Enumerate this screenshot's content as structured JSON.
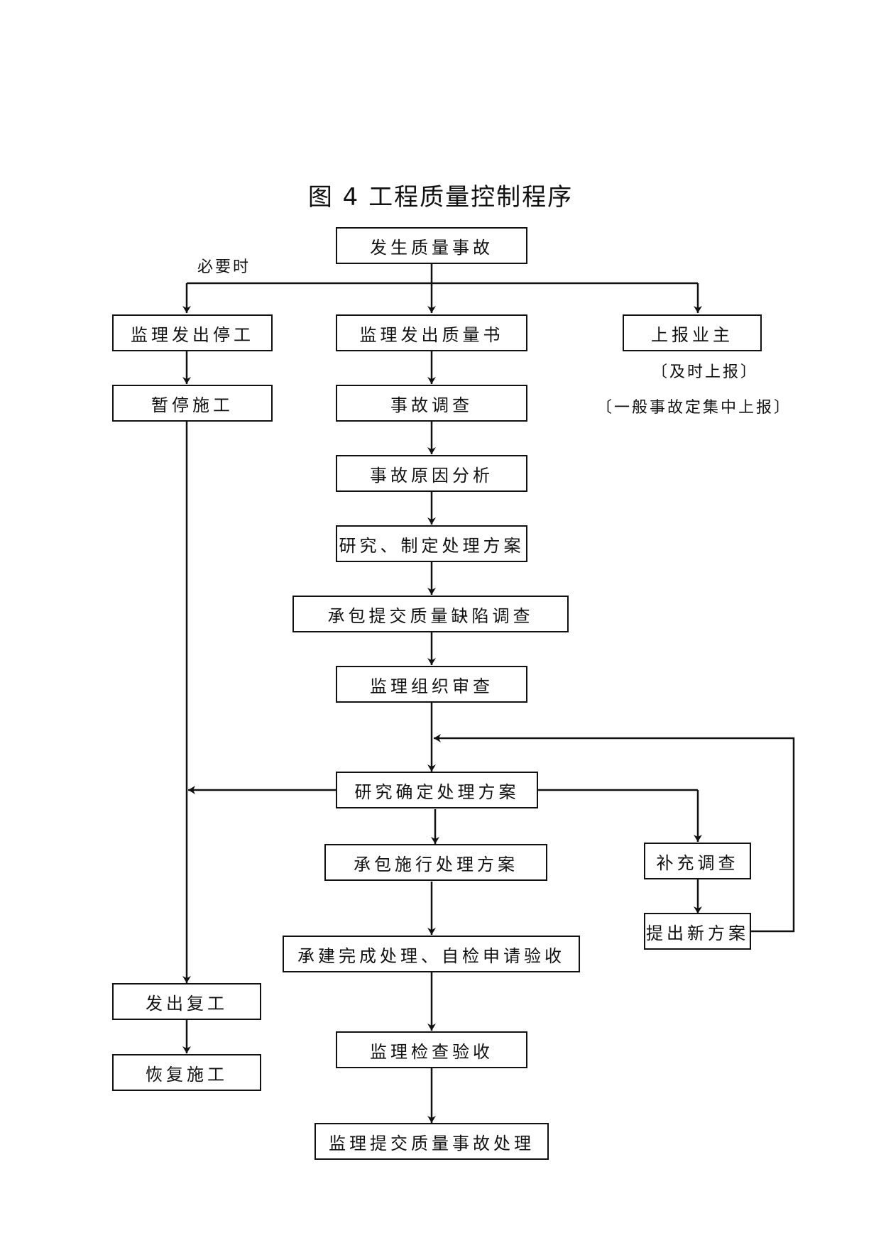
{
  "title": "图 4  工程质量控制程序",
  "notes": {
    "when_needed": "必要时",
    "report_timely": "〔及时上报〕",
    "general_report": "〔一般事故定集中上报〕"
  },
  "nodes": {
    "accident": "发生质量事故",
    "stop_order": "监理发出停工",
    "quality_notice": "监理发出质量书",
    "report_owner": "上报业主",
    "pause_construction": "暂停施工",
    "investigation": "事故调查",
    "cause_analysis": "事故原因分析",
    "draft_plan": "研究、制定处理方案",
    "defect_survey": "承包提交质量缺陷调查",
    "review": "监理组织审查",
    "decide_plan": "研究确定处理方案",
    "execute_plan": "承包施行处理方案",
    "supplement_survey": "补充调查",
    "new_plan": "提出新方案",
    "self_check": "承建完成处理、自检申请验收",
    "resume_order": "发出复工",
    "resume_construction": "恢复施工",
    "inspection": "监理检查验收",
    "final_report": "监理提交质量事故处理"
  }
}
